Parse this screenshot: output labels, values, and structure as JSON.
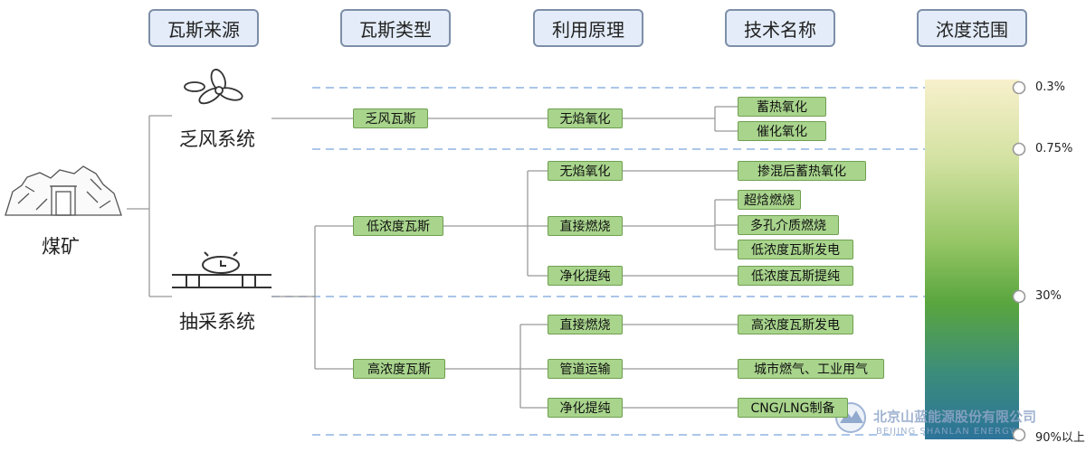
{
  "headers": [
    "瓦斯来源",
    "瓦斯类型",
    "利用原理",
    "技术名称",
    "浓度范围"
  ],
  "sources": {
    "mine": "煤矿",
    "ventilation": "乏风系统",
    "extraction": "抽采系统"
  },
  "gas_types": {
    "vent": "乏风瓦斯",
    "low": "低浓度瓦斯",
    "high": "高浓度瓦斯"
  },
  "principles": {
    "vent_flameless": "无焰氧化",
    "low_flameless": "无焰氧化",
    "low_combustion": "直接燃烧",
    "low_purify": "净化提纯",
    "high_combustion": "直接燃烧",
    "high_pipeline": "管道运输",
    "high_purify": "净化提纯"
  },
  "technologies": {
    "t1": "蓄热氧化",
    "t2": "催化氧化",
    "t3": "掺混后蓄热氧化",
    "t4": "超焓燃烧",
    "t5": "多孔介质燃烧",
    "t6": "低浓度瓦斯发电",
    "t7": "低浓度瓦斯提纯",
    "t8": "高浓度瓦斯发电",
    "t9": "城市燃气、工业用气",
    "t10": "CNG/LNG制备"
  },
  "concentration_marks": [
    "0.3%",
    "0.75%",
    "30%",
    "90%以上"
  ],
  "gradient_colors": [
    "#f8f0cc",
    "#cfe0a0",
    "#8cc060",
    "#5aa63e",
    "#3a8a78",
    "#2e7598"
  ],
  "watermark": {
    "name": "北京山蓝能源股份有限公司",
    "sub": "BEIJING SHANLAN ENERGY"
  }
}
